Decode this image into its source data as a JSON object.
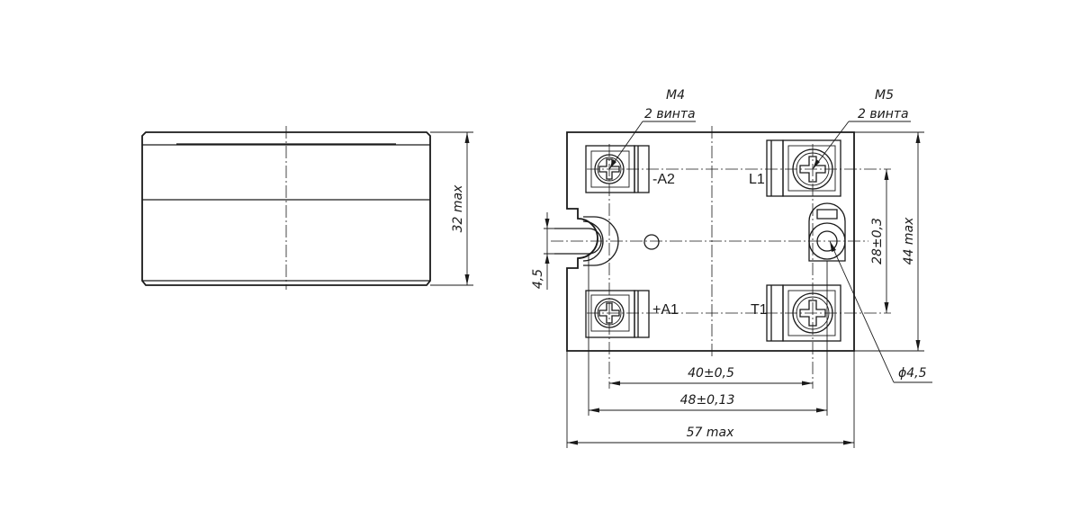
{
  "side_view": {
    "height_dim": "32 max"
  },
  "top_view": {
    "screw_callout_left": {
      "thread": "M4",
      "count": "2 винта"
    },
    "screw_callout_right": {
      "thread": "M5",
      "count": "2 винта"
    },
    "terminals": {
      "top_left": "-A2",
      "bottom_left": "+A1",
      "top_right": "L1",
      "bottom_right": "T1"
    },
    "dims": {
      "hole_spacing": "40±0,5",
      "mount_spacing": "48±0,13",
      "overall_width": "57 max",
      "overall_height": "44 max",
      "terminal_spacing": "28±0,3",
      "slot_width": "4,5",
      "hole_diameter": "ϕ4,5"
    }
  },
  "colors": {
    "ink": "#1a1a1a",
    "background": "#ffffff"
  }
}
